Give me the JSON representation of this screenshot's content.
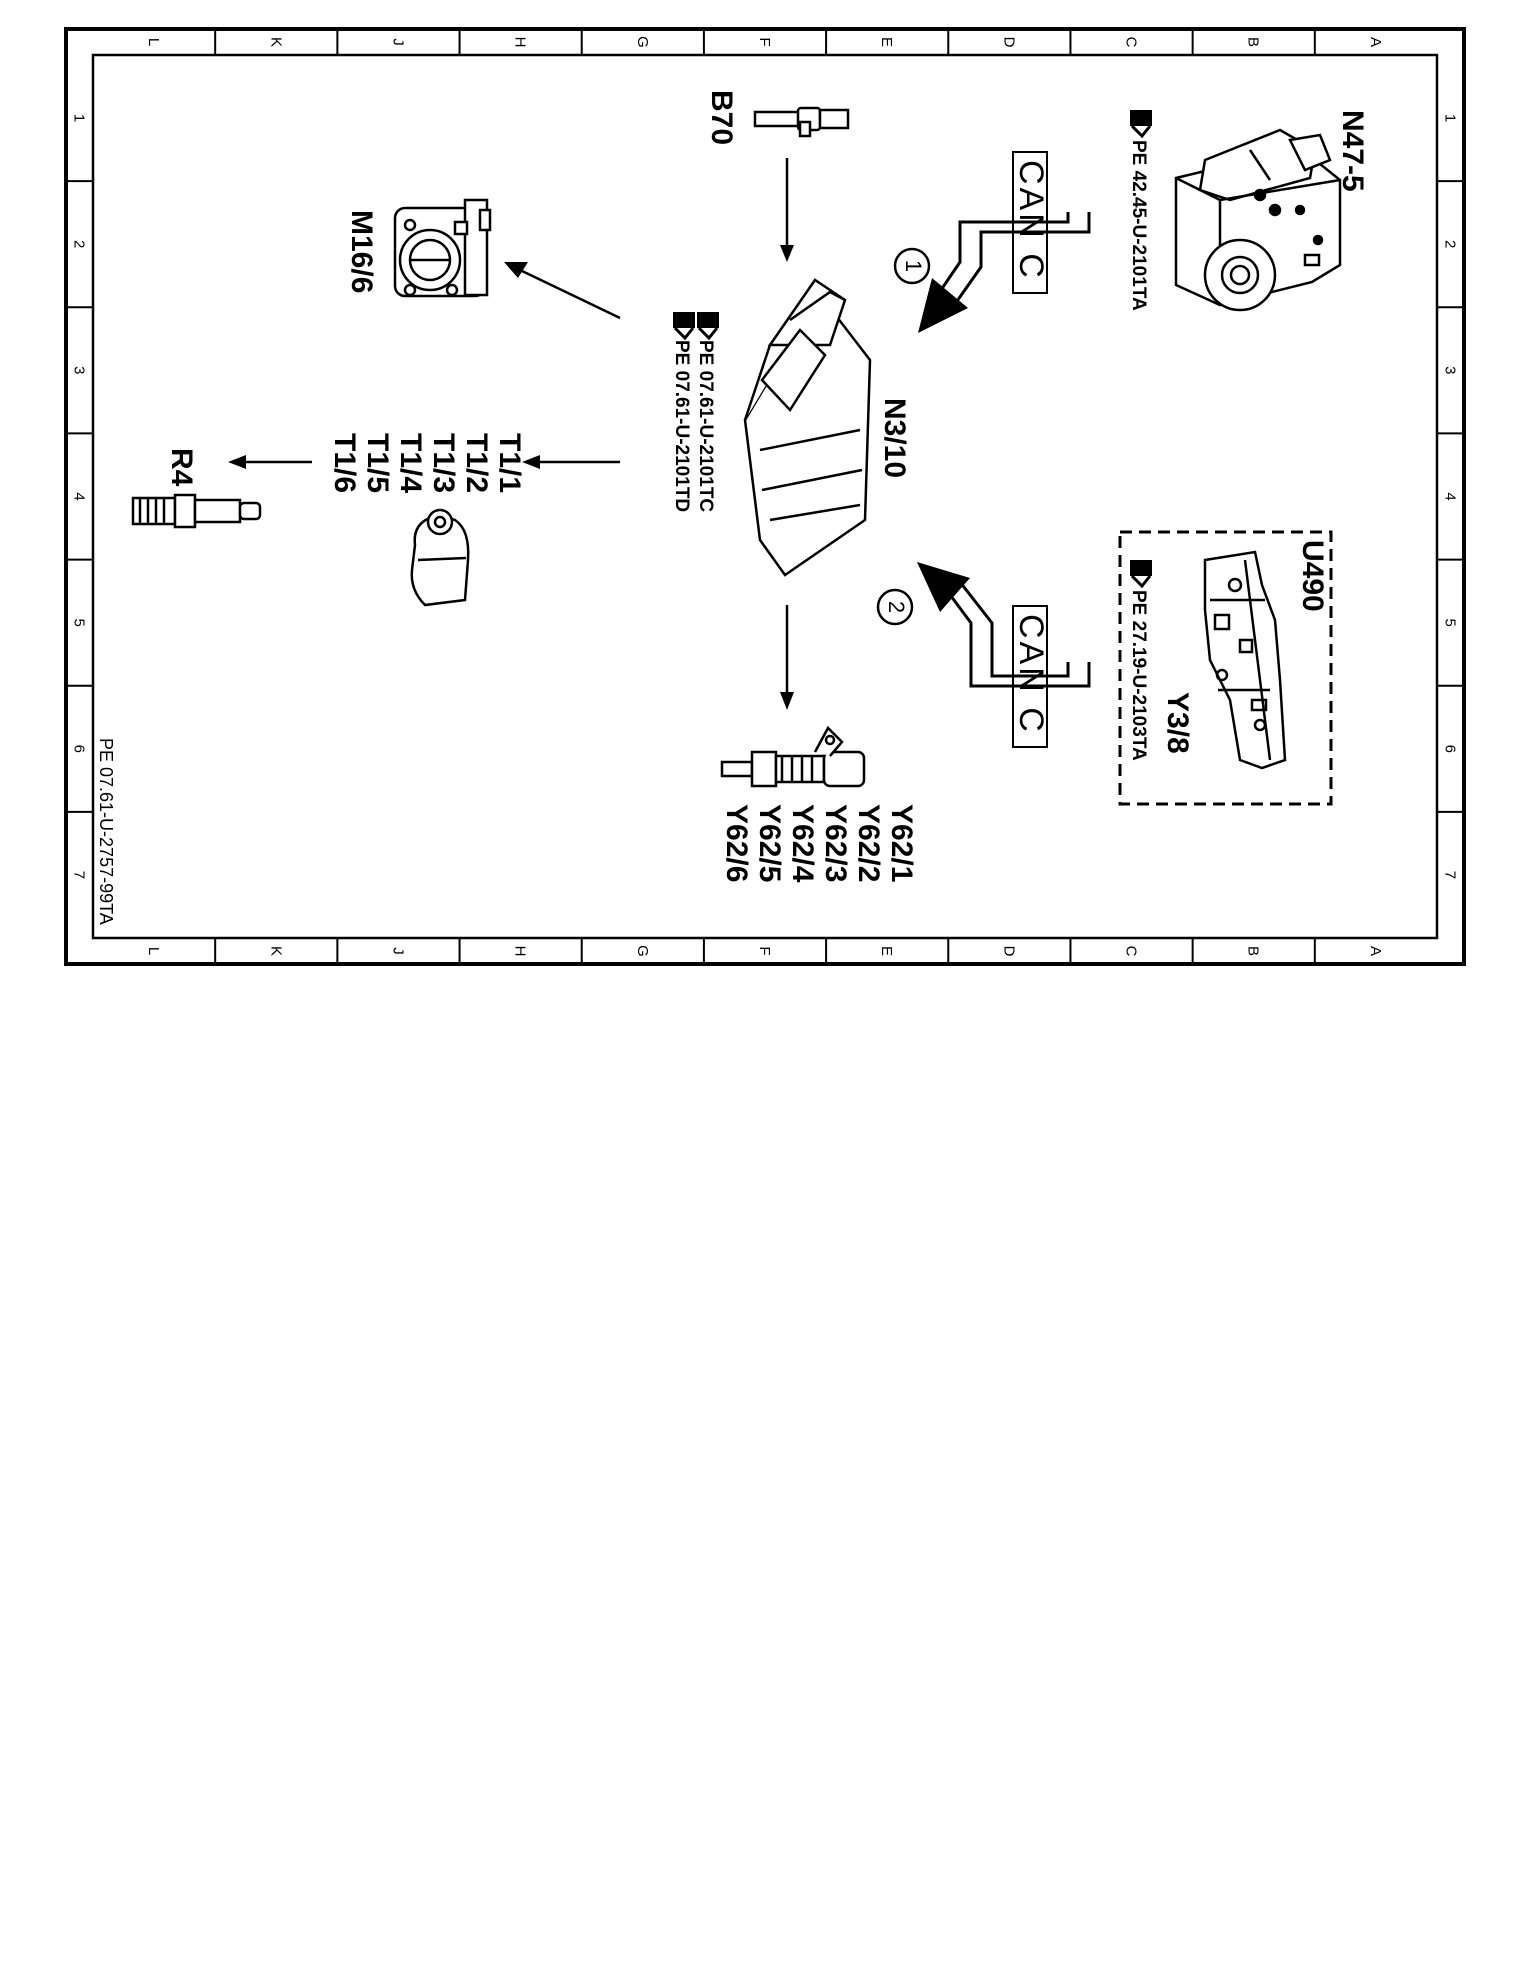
{
  "frame": {
    "columns": [
      "A",
      "B",
      "C",
      "D",
      "E",
      "F",
      "G",
      "H",
      "J",
      "K",
      "L"
    ],
    "rows": [
      "1",
      "2",
      "3",
      "4",
      "5",
      "6",
      "7"
    ]
  },
  "components": {
    "n47": {
      "id": "N47-5",
      "ref": "PE 42.45-U-2101TA"
    },
    "u490": {
      "id": "U490",
      "sub_id": "Y3/8",
      "ref": "PE 27.19-U-2103TA"
    },
    "b70": {
      "id": "B70"
    },
    "n3": {
      "id": "N3/10",
      "refs": [
        "PE 07.61-U-2101TC",
        "PE 07.61-U-2101TD"
      ]
    },
    "m16": {
      "id": "M16/6"
    },
    "coils": {
      "ids": [
        "T1/1",
        "T1/2",
        "T1/3",
        "T1/4",
        "T1/5",
        "T1/6"
      ]
    },
    "r4": {
      "id": "R4"
    },
    "injectors": {
      "ids": [
        "Y62/1",
        "Y62/2",
        "Y62/3",
        "Y62/4",
        "Y62/5",
        "Y62/6"
      ]
    }
  },
  "buses": [
    {
      "label": "CAN C",
      "number": "1"
    },
    {
      "label": "CAN C",
      "number": "2"
    }
  ],
  "footer": {
    "code": "PE 07.61-U-2757-99TA"
  }
}
